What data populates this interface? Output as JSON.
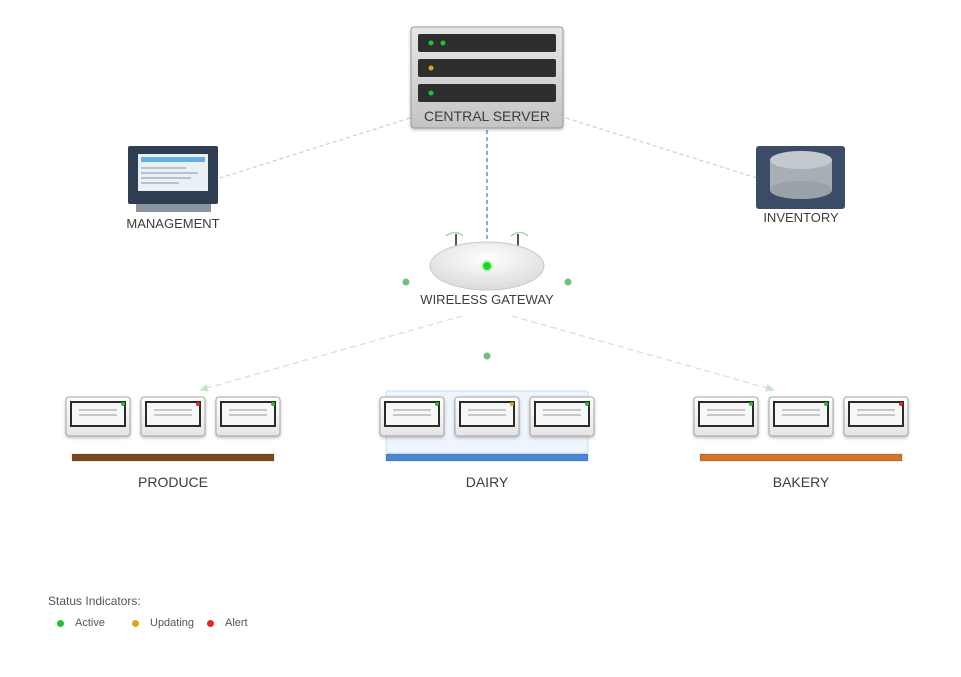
{
  "nodes": {
    "server": {
      "label": "CENTRAL SERVER"
    },
    "management": {
      "label": "MANAGEMENT"
    },
    "inventory": {
      "label": "INVENTORY"
    },
    "gateway": {
      "label": "WIRELESS GATEWAY"
    }
  },
  "sections": [
    {
      "name": "PRODUCE",
      "color": "#7a4a1e",
      "labels": [
        "active",
        "alert",
        "active"
      ],
      "highlight": false
    },
    {
      "name": "DAIRY",
      "color": "#4a86d4",
      "labels": [
        "active",
        "updating",
        "active"
      ],
      "highlight": true
    },
    {
      "name": "BAKERY",
      "color": "#d2732f",
      "labels": [
        "active",
        "active",
        "alert"
      ],
      "highlight": false
    }
  ],
  "status_colors": {
    "active": "#22c22e",
    "updating": "#e0a21a",
    "alert": "#e0261f"
  },
  "server_leds": [
    "active",
    "updating",
    "active"
  ],
  "legend": {
    "title": "Status Indicators:",
    "items": [
      {
        "key": "active",
        "label": "Active"
      },
      {
        "key": "updating",
        "label": "Updating"
      },
      {
        "key": "alert",
        "label": "Alert"
      }
    ]
  }
}
